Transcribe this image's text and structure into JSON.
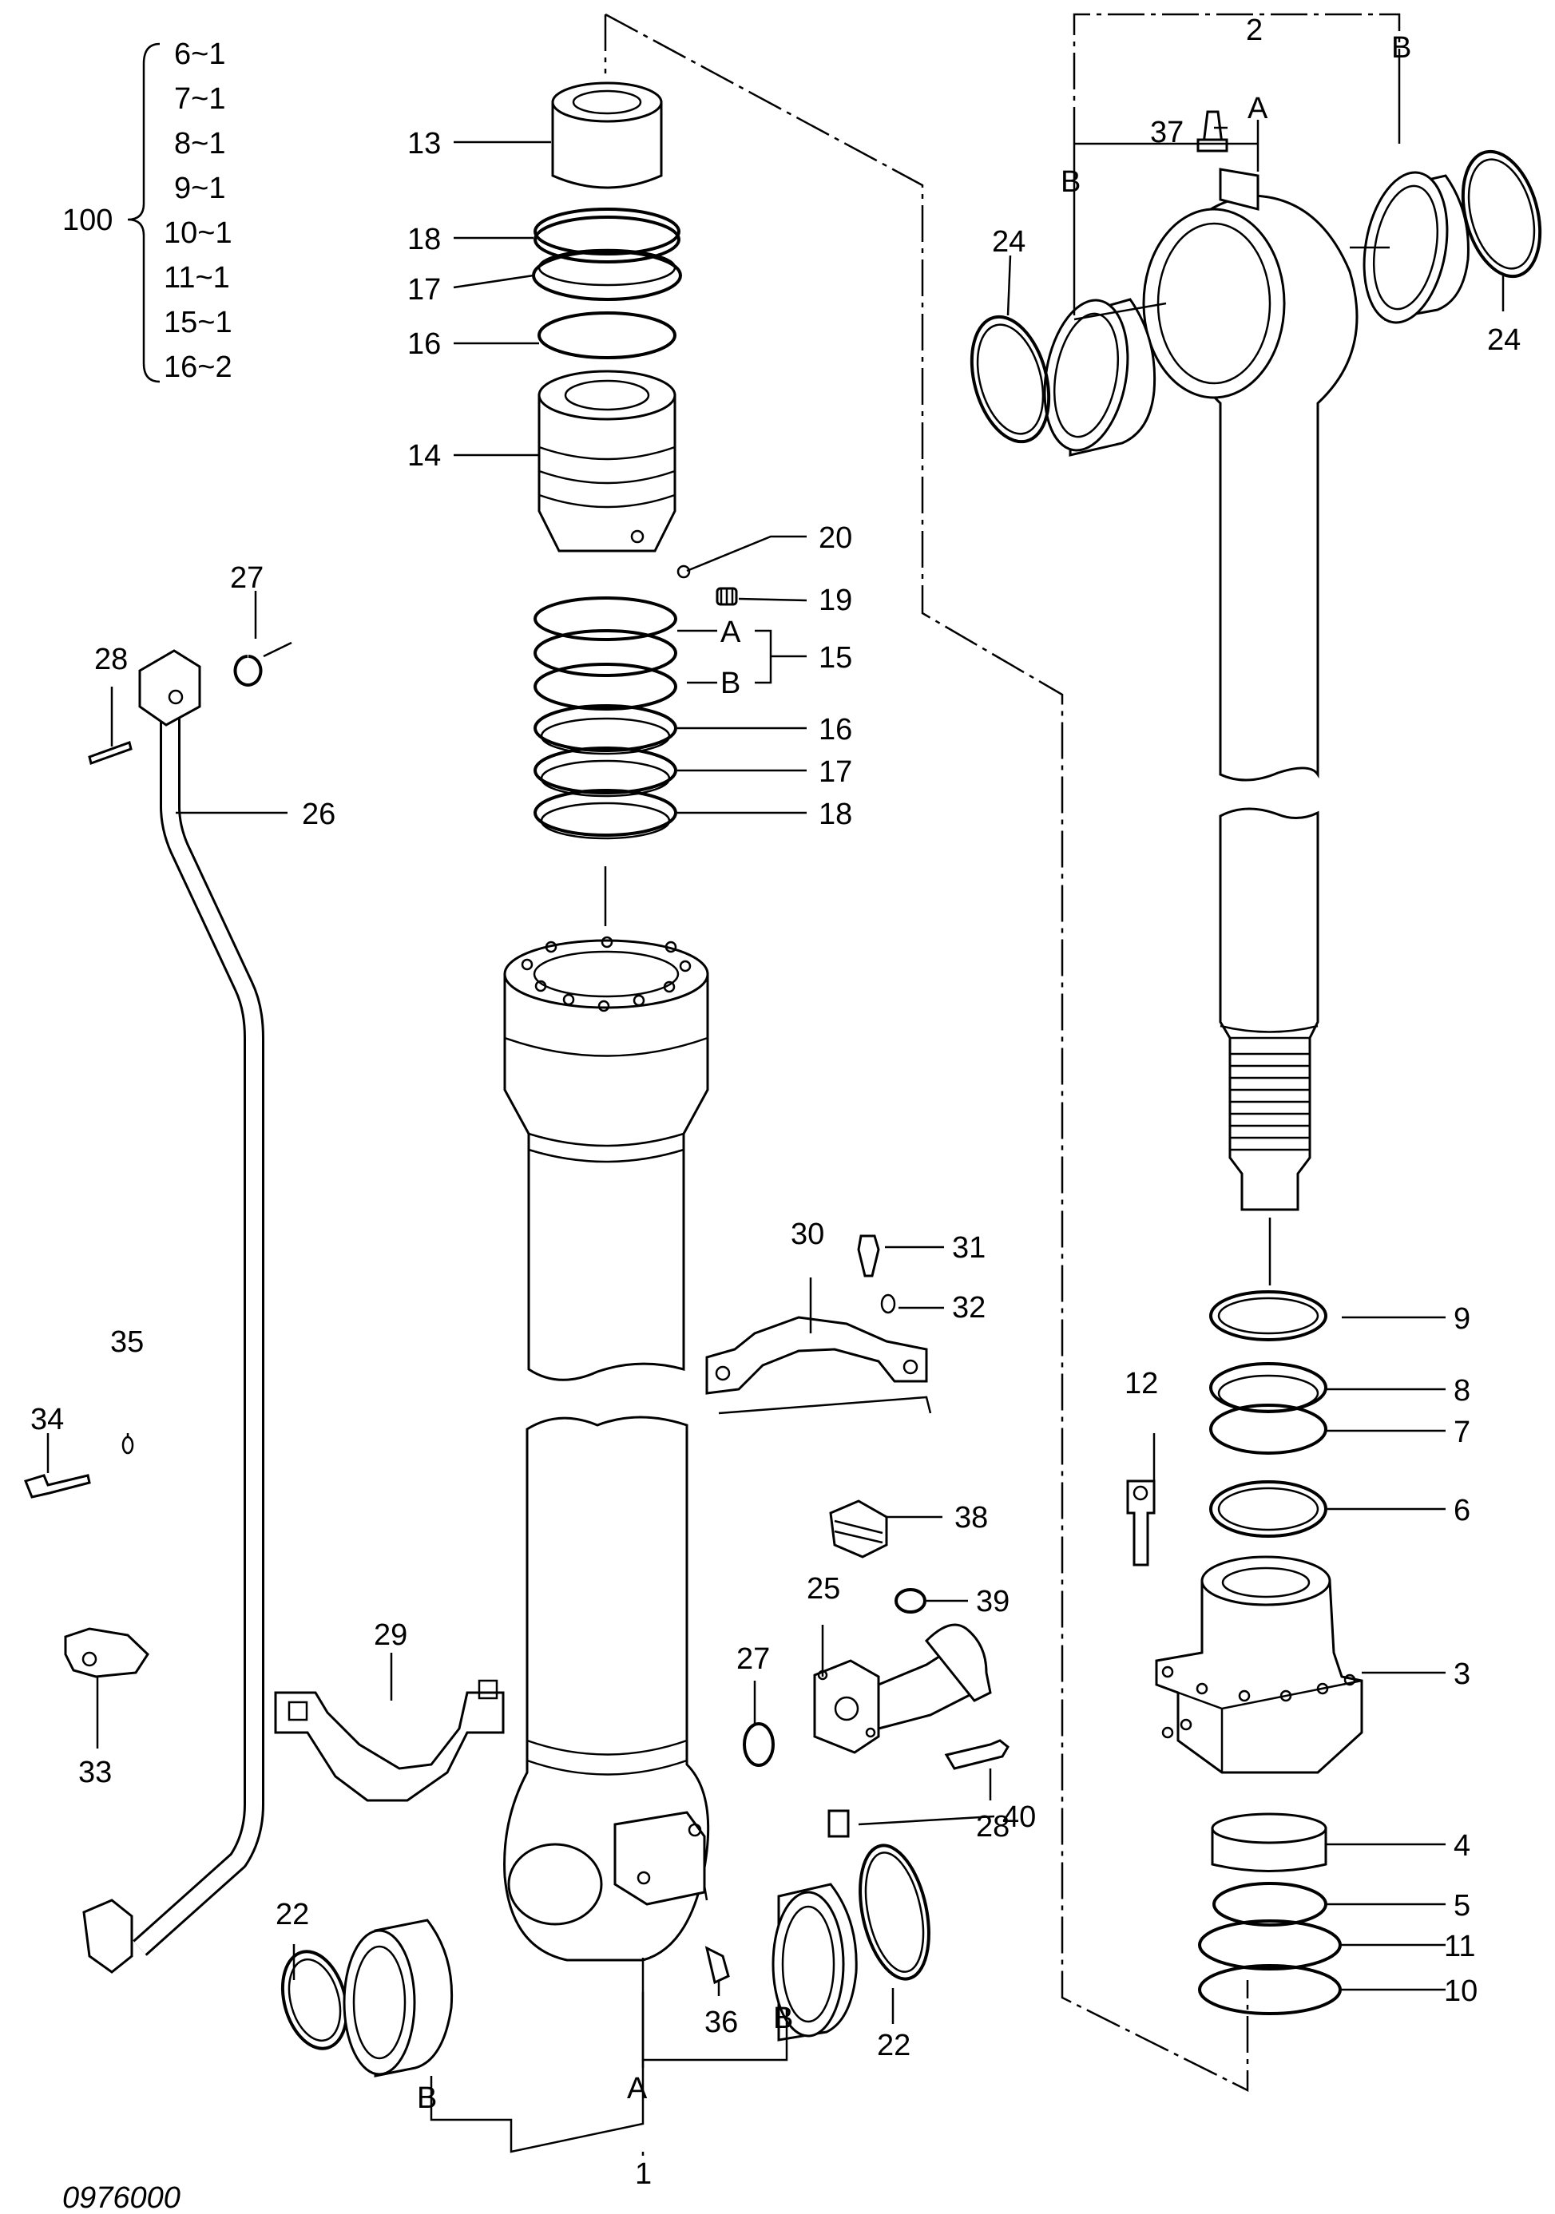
{
  "drawing_code": "0976000",
  "kit": {
    "number": "100",
    "items": [
      "6~1",
      "7~1",
      "8~1",
      "9~1",
      "10~1",
      "11~1",
      "15~1",
      "16~2"
    ]
  },
  "callouts": {
    "p1": "1",
    "p2": "2",
    "p3": "3",
    "p4": "4",
    "p5": "5",
    "p6": "6",
    "p7": "7",
    "p8": "8",
    "p9": "9",
    "p10": "10",
    "p11": "11",
    "p12": "12",
    "p13": "13",
    "p14": "14",
    "p15": "15",
    "p16": "16",
    "p17": "17",
    "p18": "18",
    "p19": "19",
    "p20": "20",
    "p22": "22",
    "p24": "24",
    "p25": "25",
    "p26": "26",
    "p27": "27",
    "p28": "28",
    "p29": "29",
    "p30": "30",
    "p31": "31",
    "p32": "32",
    "p33": "33",
    "p34": "34",
    "p35": "35",
    "p36": "36",
    "p37": "37",
    "p38": "38",
    "p39": "39",
    "p40": "40"
  },
  "letters": {
    "a": "A",
    "b": "B"
  }
}
